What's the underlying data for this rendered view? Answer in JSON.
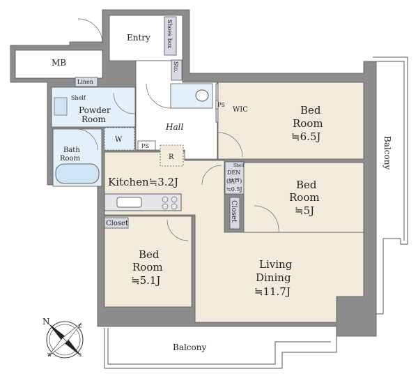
{
  "rooms": {
    "entry": "Entry",
    "shoes_box": "Shoes box",
    "storage": "Sto.",
    "mb": "MB",
    "linen": "Linen",
    "shelf": "Shelf",
    "powder_room": [
      "Powder",
      "Room"
    ],
    "washer": "W",
    "bath_room": [
      "Bath",
      "Room"
    ],
    "ps_1": "PS",
    "ps_2": "PS",
    "refrigerator": "R",
    "hall": "Hall",
    "wic": "WIC",
    "bed_room_1": [
      "Bed",
      "Room",
      "≒6.5J"
    ],
    "kitchen": "Kitchen≒3.2J",
    "den": [
      "Shelf",
      "DEN",
      "(納戸)",
      "≒0.5J"
    ],
    "bed_room_2": [
      "Bed",
      "Room",
      "≒5J"
    ],
    "closet_1": "Closet",
    "closet_2": "Closet",
    "bed_room_3": [
      "Bed",
      "Room",
      "≒5.1J"
    ],
    "living_dining": [
      "Living",
      "Dining",
      "≒11.7J"
    ],
    "balcony_east": "Balcony",
    "balcony_south": "Balcony"
  },
  "compass": {
    "n": "N",
    "e": "E",
    "s": "S",
    "w": "W"
  },
  "colors": {
    "wall": "#8c8c8c",
    "room": "#f3ecdd",
    "wet": "#e4f1fa",
    "storage": "#d9d9e6"
  }
}
